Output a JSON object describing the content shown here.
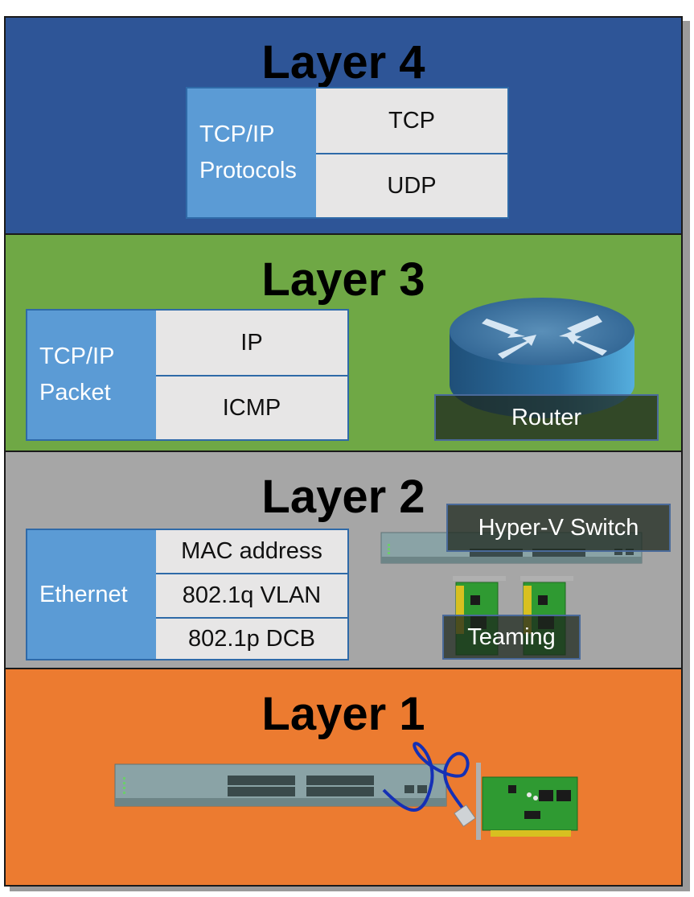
{
  "layers": {
    "l4": {
      "title": "Layer 4",
      "table_label_1": "TCP/IP",
      "table_label_2": "Protocols",
      "rows": [
        "TCP",
        "UDP"
      ]
    },
    "l3": {
      "title": "Layer 3",
      "table_label_1": "TCP/IP",
      "table_label_2": "Packet",
      "rows": [
        "IP",
        "ICMP"
      ],
      "device_label": "Router"
    },
    "l2": {
      "title": "Layer 2",
      "table_label": "Ethernet",
      "rows": [
        "MAC address",
        "802.1q VLAN",
        "802.1p DCB"
      ],
      "switch_label": "Hyper-V Switch",
      "teaming_label": "Teaming"
    },
    "l1": {
      "title": "Layer 1"
    }
  },
  "colors": {
    "layer4": "#2e5597",
    "layer3": "#6fa845",
    "layer2": "#a6a6a6",
    "layer1": "#ec7b30",
    "label_cell": "#5b9bd5",
    "value_cell": "#e7e6e6"
  },
  "icons": [
    "router-icon",
    "network-switch-icon",
    "network-card-icon",
    "ethernet-cable-icon"
  ]
}
